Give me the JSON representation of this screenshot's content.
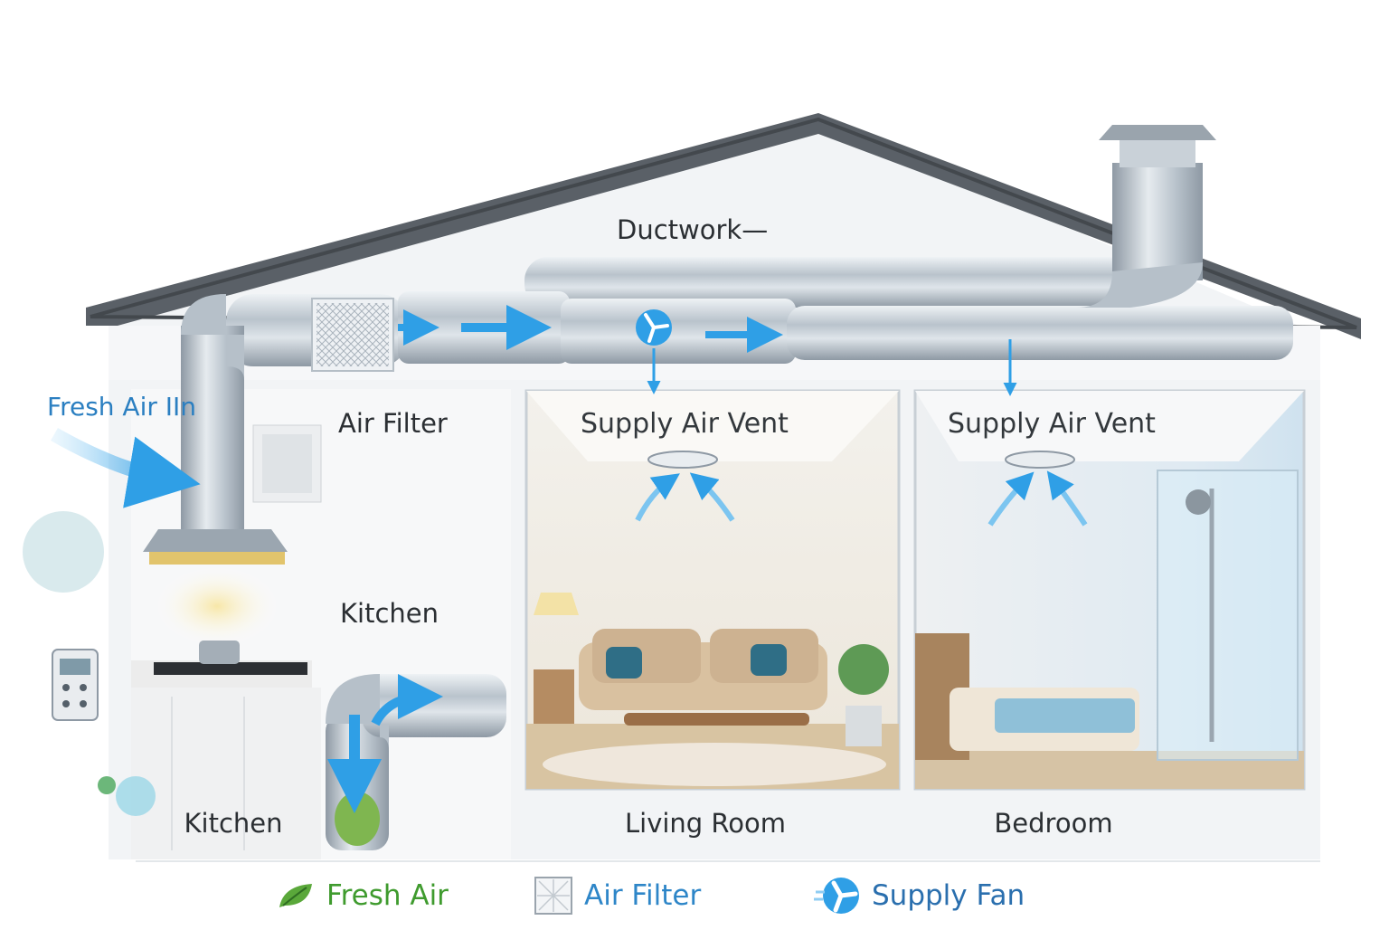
{
  "labels": {
    "ductwork": "Ductwork—",
    "fresh_air_in": "Fresh Air IIn",
    "air_filter": "Air Filter",
    "supply_vent_left": "Supply Air Vent",
    "supply_vent_right": "Supply Air Vent",
    "kitchen_inner": "Kitchen"
  },
  "rooms": [
    {
      "id": "kitchen",
      "label": "Kitchen"
    },
    {
      "id": "living",
      "label": "Living Room"
    },
    {
      "id": "bedroom",
      "label": "Bedroom"
    }
  ],
  "legend": [
    {
      "id": "fresh-air",
      "label": "Fresh Air",
      "icon": "leaf-icon",
      "color": "#3f9b2e"
    },
    {
      "id": "air-filter",
      "label": "Air Filter",
      "icon": "filter-icon",
      "color": "#2e86c8"
    },
    {
      "id": "supply-fan",
      "label": "Supply Fan",
      "icon": "fan-icon",
      "color": "#2a6fae"
    }
  ],
  "colors": {
    "airflow": "#2f9fe6",
    "duct": "#c9d2da",
    "roof": "#4a4f55"
  }
}
